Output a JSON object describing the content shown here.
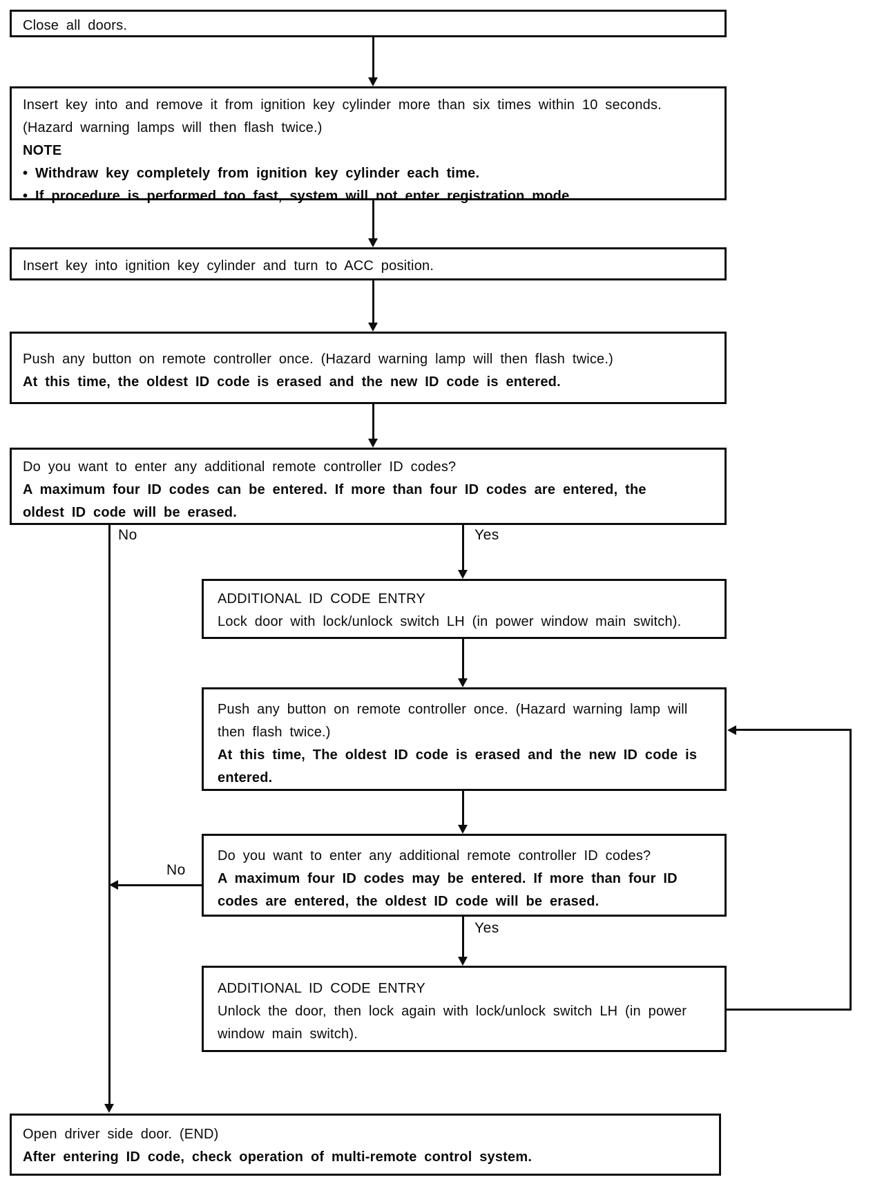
{
  "diagram": {
    "description": "Multi-remote control system ID code registration flowchart",
    "colors": {
      "ink": "#0d0d0d",
      "paper": "#ffffff"
    },
    "boxes": [
      {
        "id": "close-doors",
        "lines": [
          {
            "text": "Close all doors.",
            "bold": false
          }
        ]
      },
      {
        "id": "insert-remove-key",
        "lines": [
          {
            "text": "Insert key into and remove it from ignition key cylinder more than six times within 10 seconds.",
            "bold": false
          },
          {
            "text": "(Hazard warning lamps will then flash twice.)",
            "bold": false
          },
          {
            "text": "NOTE",
            "bold": true
          },
          {
            "text": "• Withdraw key completely from ignition key cylinder each time.",
            "bold": true
          },
          {
            "text": "• If procedure is performed too fast, system will not enter registration mode.",
            "bold": true
          }
        ]
      },
      {
        "id": "turn-to-acc",
        "lines": [
          {
            "text": "Insert key into ignition key cylinder and turn to ACC position.",
            "bold": false
          }
        ]
      },
      {
        "id": "push-button-first",
        "lines": [
          {
            "text": "Push any button on remote controller once. (Hazard warning lamp will then flash twice.)",
            "bold": false
          },
          {
            "text": "At this time, the oldest ID code is erased and the new ID code is entered.",
            "bold": true
          }
        ]
      },
      {
        "id": "additional-codes-question-1",
        "lines": [
          {
            "text": "Do you want to enter any additional remote controller ID codes?",
            "bold": false
          },
          {
            "text": "A maximum four ID codes can be entered. If more than four ID codes are entered, the",
            "bold": true
          },
          {
            "text": "oldest ID code will be erased.",
            "bold": true
          }
        ]
      },
      {
        "id": "additional-entry-lock",
        "lines": [
          {
            "text": "ADDITIONAL ID CODE ENTRY",
            "bold": false
          },
          {
            "text": "Lock door with lock/unlock switch LH (in power window main switch).",
            "bold": false
          }
        ]
      },
      {
        "id": "push-button-second",
        "lines": [
          {
            "text": "Push any button on remote controller once. (Hazard warning lamp will",
            "bold": false
          },
          {
            "text": "then flash twice.)",
            "bold": false
          },
          {
            "text": "At this time, The oldest ID code is erased and the new ID code is",
            "bold": true
          },
          {
            "text": "entered.",
            "bold": true
          }
        ]
      },
      {
        "id": "additional-codes-question-2",
        "lines": [
          {
            "text": "Do you want to enter any additional remote controller ID codes?",
            "bold": false
          },
          {
            "text": "A maximum four ID codes may be entered. If more than four ID",
            "bold": true
          },
          {
            "text": "codes are entered, the oldest ID code will be erased.",
            "bold": true
          }
        ]
      },
      {
        "id": "additional-entry-unlock",
        "lines": [
          {
            "text": "ADDITIONAL ID CODE ENTRY",
            "bold": false
          },
          {
            "text": "Unlock the door, then lock again with lock/unlock switch LH (in power",
            "bold": false
          },
          {
            "text": "window main switch).",
            "bold": false
          }
        ]
      },
      {
        "id": "open-door-end",
        "lines": [
          {
            "text": "Open driver side door. (END)",
            "bold": false
          },
          {
            "text": "After entering ID code, check operation of multi-remote control system.",
            "bold": true
          }
        ]
      }
    ],
    "labels": [
      {
        "text": "No"
      },
      {
        "text": "Yes"
      },
      {
        "text": "No"
      },
      {
        "text": "Yes"
      }
    ]
  }
}
